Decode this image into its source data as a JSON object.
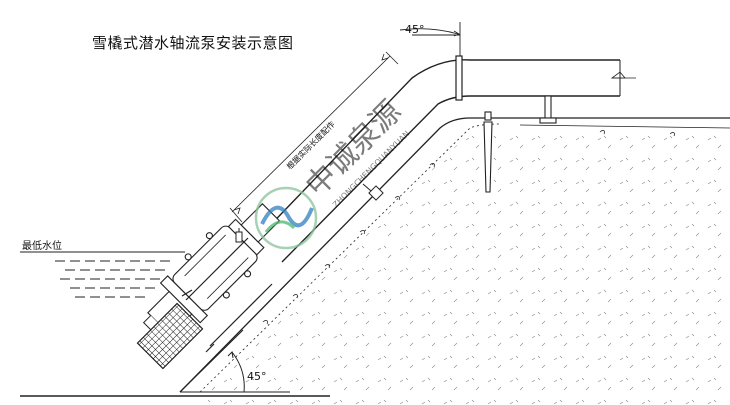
{
  "diagram": {
    "title": "雪橇式潜水轴流泵安装示意图",
    "labels": {
      "min_water_level": "最低水位",
      "angle_top": "45°",
      "angle_bottom": "45°",
      "length_note": "根据实际长度配作"
    },
    "watermark": {
      "brand_cn": "中诚泉源",
      "brand_pinyin": "ZHONGCHENGQUANYUAN"
    },
    "colors": {
      "line": "#1a1a1a",
      "watermark_text": "#7a8699",
      "logo_green": "#49b96b",
      "logo_blue": "#2f7fc1"
    }
  }
}
